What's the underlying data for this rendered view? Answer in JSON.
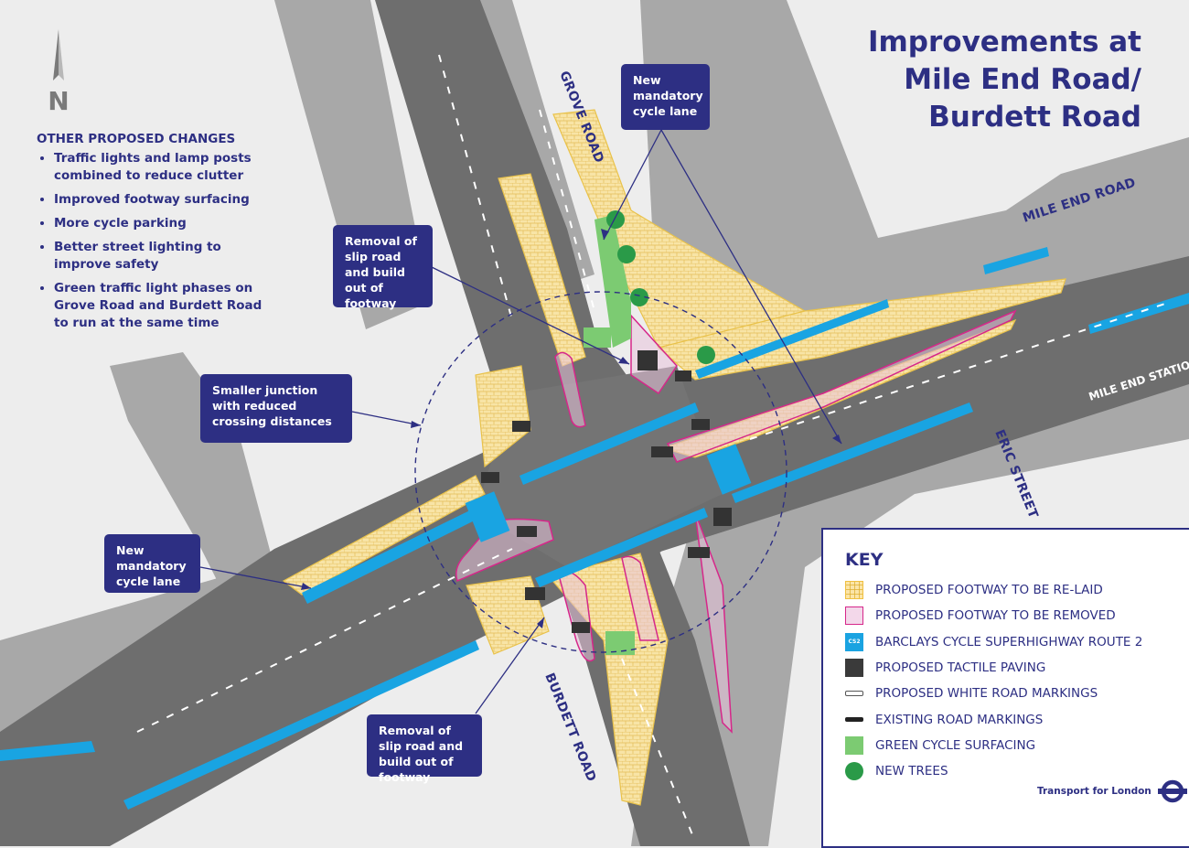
{
  "title": {
    "line1": "Improvements at",
    "line2": "Mile End Road/",
    "line3": "Burdett Road"
  },
  "north_label": "N",
  "other_changes": {
    "heading": "OTHER PROPOSED CHANGES",
    "items": [
      "Traffic lights and lamp posts combined to reduce clutter",
      "Improved footway surfacing",
      "More cycle parking",
      "Better street lighting to improve safety",
      "Green traffic light phases on Grove Road and Burdett Road to run at the same time"
    ]
  },
  "callouts": {
    "cycle_lane_north": "New mandatory cycle lane",
    "slip_road_north": "Removal of slip road and build out of footway",
    "smaller_junction": "Smaller junction with reduced crossing distances",
    "cycle_lane_west": "New mandatory cycle lane",
    "slip_road_south": "Removal of slip road and build out of footway"
  },
  "road_labels": {
    "grove_road": "GROVE ROAD",
    "mile_end_road": "MILE END ROAD",
    "mile_end_station": "MILE END STATION",
    "eric_street": "ERIC STREET",
    "burdett_road": "BURDETT ROAD"
  },
  "key": {
    "heading": "KEY",
    "items": [
      {
        "label": "PROPOSED FOOTWAY TO BE RE-LAID",
        "icon": "footway-relaid-swatch",
        "color": "#fbe5a8"
      },
      {
        "label": "PROPOSED FOOTWAY TO BE REMOVED",
        "icon": "footway-removed-swatch",
        "color": "#d6278a"
      },
      {
        "label": "BARCLAYS CYCLE SUPERHIGHWAY ROUTE 2",
        "icon": "cycle-superhighway-swatch",
        "color": "#1aa3e1",
        "badge": "CS2"
      },
      {
        "label": "PROPOSED TACTILE PAVING",
        "icon": "tactile-paving-swatch",
        "color": "#3a3a3a"
      },
      {
        "label": "PROPOSED WHITE ROAD MARKINGS",
        "icon": "white-marking-swatch",
        "color": "#ffffff"
      },
      {
        "label": "EXISTING ROAD MARKINGS",
        "icon": "existing-marking-swatch",
        "color": "#222222"
      },
      {
        "label": "GREEN CYCLE SURFACING",
        "icon": "green-cycle-swatch",
        "color": "#7ccb72"
      },
      {
        "label": "NEW TREES",
        "icon": "tree-icon",
        "color": "#2a9a48"
      }
    ]
  },
  "branding": {
    "text": "Transport for London",
    "logo": "tfl-roundel-icon"
  },
  "colors": {
    "brand_navy": "#2d2f83",
    "road": "#6f6f6f",
    "pavement": "#a9a9a9",
    "footway_relaid": "#fbe5a8",
    "footway_removed": "#d6278a",
    "cycle_superhighway": "#1aa3e1",
    "green_cycle": "#7ccb72",
    "tree": "#2a9a48"
  }
}
